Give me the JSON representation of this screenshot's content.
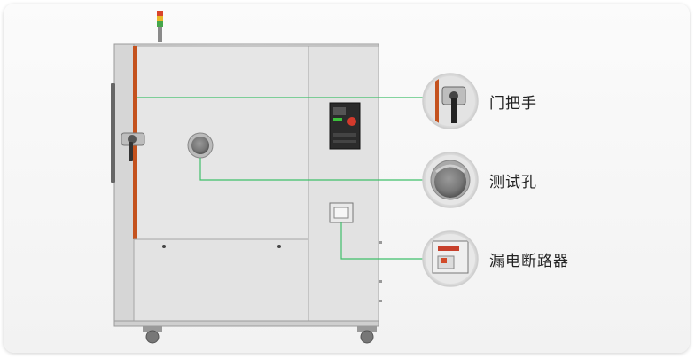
{
  "callouts": [
    {
      "id": "door-handle",
      "label": "门把手"
    },
    {
      "id": "test-port",
      "label": "测试孔"
    },
    {
      "id": "circuit-breaker",
      "label": "漏电断路器"
    }
  ],
  "colors": {
    "leader_line": "#3fbf6a",
    "cabinet_body": "#e4e4e4",
    "door_seal": "#c4521e",
    "card_background": "#f4f4f4"
  }
}
